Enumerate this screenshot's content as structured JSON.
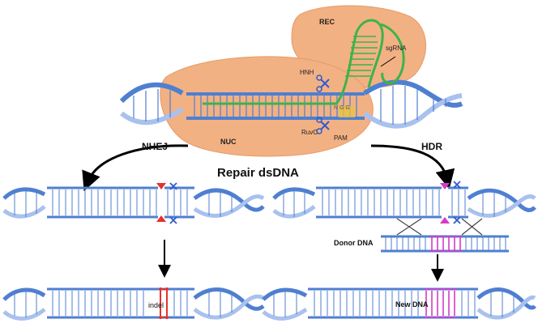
{
  "labels": {
    "rec": "REC",
    "nuc": "NUC",
    "sgrna": "sgRNA",
    "hnh": "HNH",
    "ruvc": "RuvC",
    "pam": "PAM",
    "ngg": "N G G",
    "nhej": "NHEJ",
    "hdr": "HDR",
    "repair": "Repair dsDNA",
    "donor": "Donor DNA",
    "indel": "indel",
    "new_dna": "New DNA"
  },
  "colors": {
    "protein": "#f2b183",
    "protein_dark": "#e59a66",
    "dna_blue": "#4f7fd1",
    "dna_light": "#a9c1ee",
    "sgrna_green": "#3db34a",
    "cut_red": "#e5322d",
    "hdr_magenta": "#d43ac8",
    "scissor": "#2f5bd0",
    "pam_yellow": "#e8c440"
  }
}
